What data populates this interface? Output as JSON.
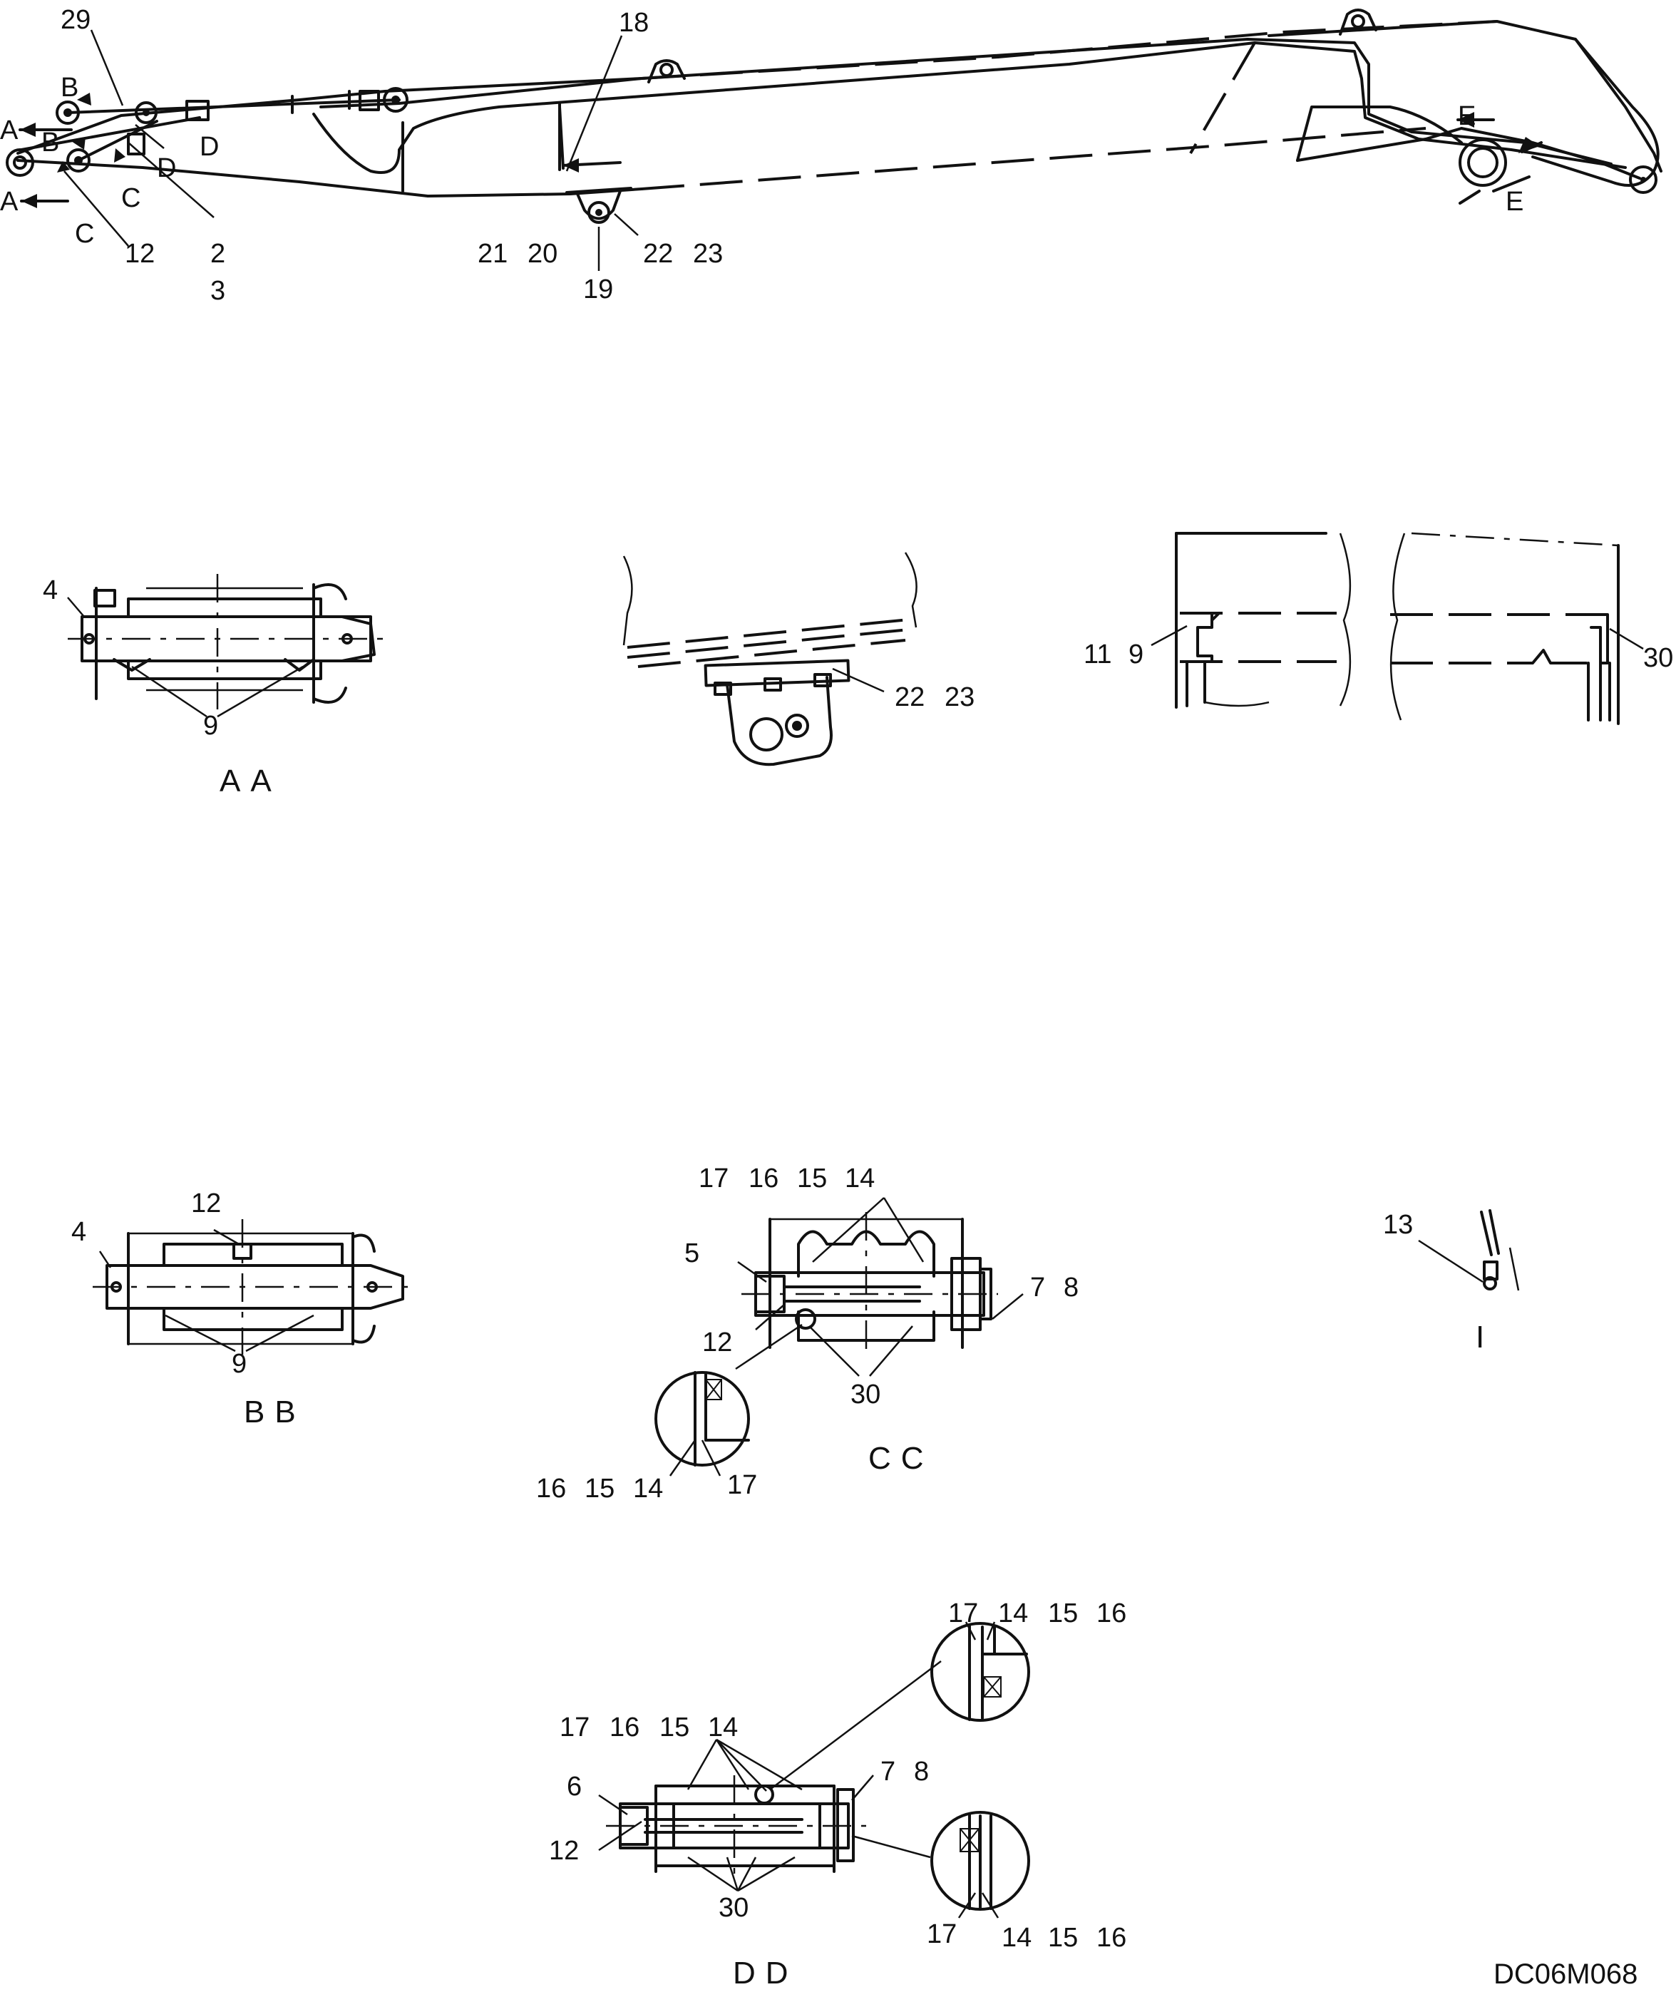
{
  "drawing_code": "DC06M068",
  "main_view": {
    "callouts": [
      "29",
      "18",
      "B",
      "A",
      "B",
      "A",
      "D",
      "D",
      "C",
      "C",
      "12",
      "2",
      "3",
      "21",
      "20",
      "19",
      "22",
      "23",
      "E",
      "E"
    ]
  },
  "section_aa": {
    "title": "AA",
    "callouts": [
      "4",
      "9"
    ]
  },
  "detail_bracket": {
    "callouts": [
      "22",
      "23"
    ]
  },
  "detail_end": {
    "callouts": [
      "11",
      "9",
      "30"
    ]
  },
  "section_bb": {
    "title": "BB",
    "callouts": [
      "12",
      "4",
      "9"
    ]
  },
  "section_cc": {
    "title": "CC",
    "callouts": [
      "17",
      "16",
      "15",
      "14",
      "5",
      "7",
      "8",
      "12",
      "30",
      "16",
      "15",
      "14",
      "17"
    ]
  },
  "detail_i": {
    "title": "I",
    "callouts": [
      "13"
    ]
  },
  "section_dd": {
    "title": "DD",
    "callouts": [
      "17",
      "14",
      "15",
      "16",
      "17",
      "16",
      "15",
      "14",
      "6",
      "7",
      "8",
      "12",
      "30",
      "17",
      "14",
      "15",
      "16"
    ]
  }
}
